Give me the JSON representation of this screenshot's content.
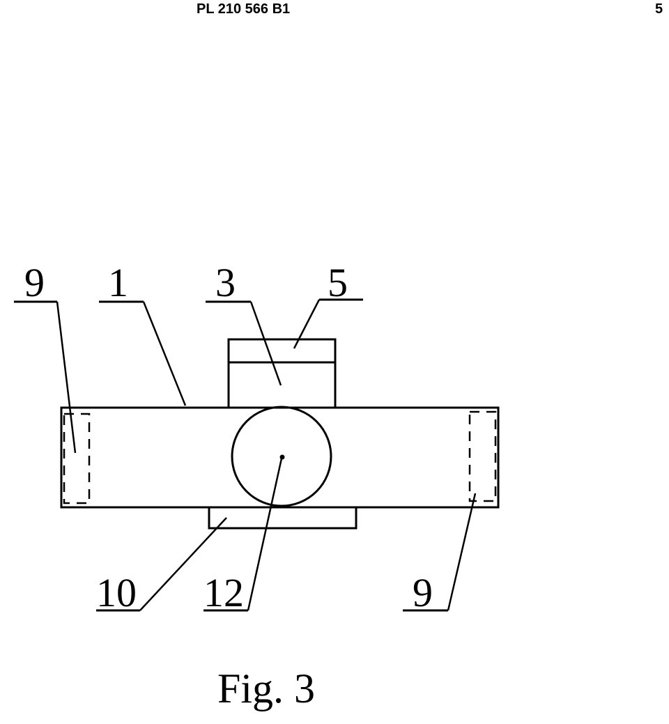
{
  "header": {
    "patent_number": "PL 210 566 B1",
    "page_number": "5"
  },
  "figure": {
    "caption": "Fig. 3",
    "reference_labels": [
      "9",
      "1",
      "3",
      "5",
      "10",
      "12",
      "9"
    ]
  },
  "colors": {
    "ink": "#000000",
    "paper": "#ffffff"
  }
}
